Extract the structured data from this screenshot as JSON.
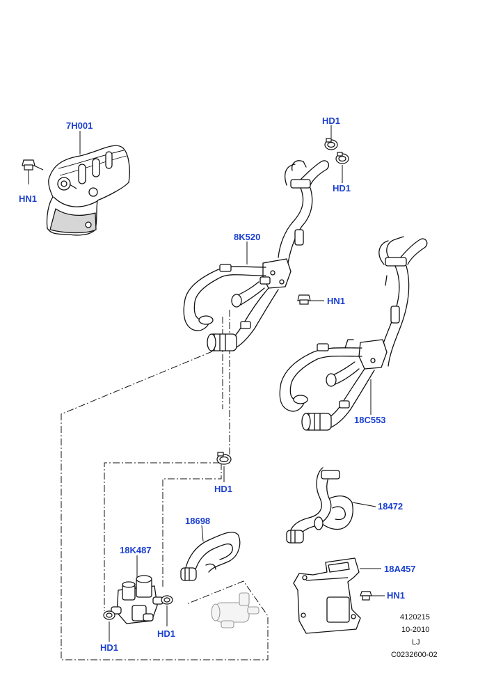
{
  "callouts": {
    "heat_shield": "7H001",
    "nut_top_left": "HN1",
    "clip_top_a": "HD1",
    "clip_top_b": "HD1",
    "hose_8k520": "8K520",
    "nut_mid": "HN1",
    "hose_18c553": "18C553",
    "clip_mid": "HD1",
    "hose_18472": "18472",
    "hose_18698": "18698",
    "valve_18k487": "18K487",
    "bracket_18a457": "18A457",
    "nut_bracket": "HN1",
    "clip_valve_right": "HD1",
    "clip_valve_left": "HD1"
  },
  "reference": {
    "number": "4120215",
    "date": "10-2010",
    "code": "LJ",
    "illustration": "C0232600-02"
  },
  "colors": {
    "callout_text": "#1a3fd0",
    "line_art": "#111111",
    "part_fill": "#ffffff",
    "shade": "#d6d6d6"
  }
}
